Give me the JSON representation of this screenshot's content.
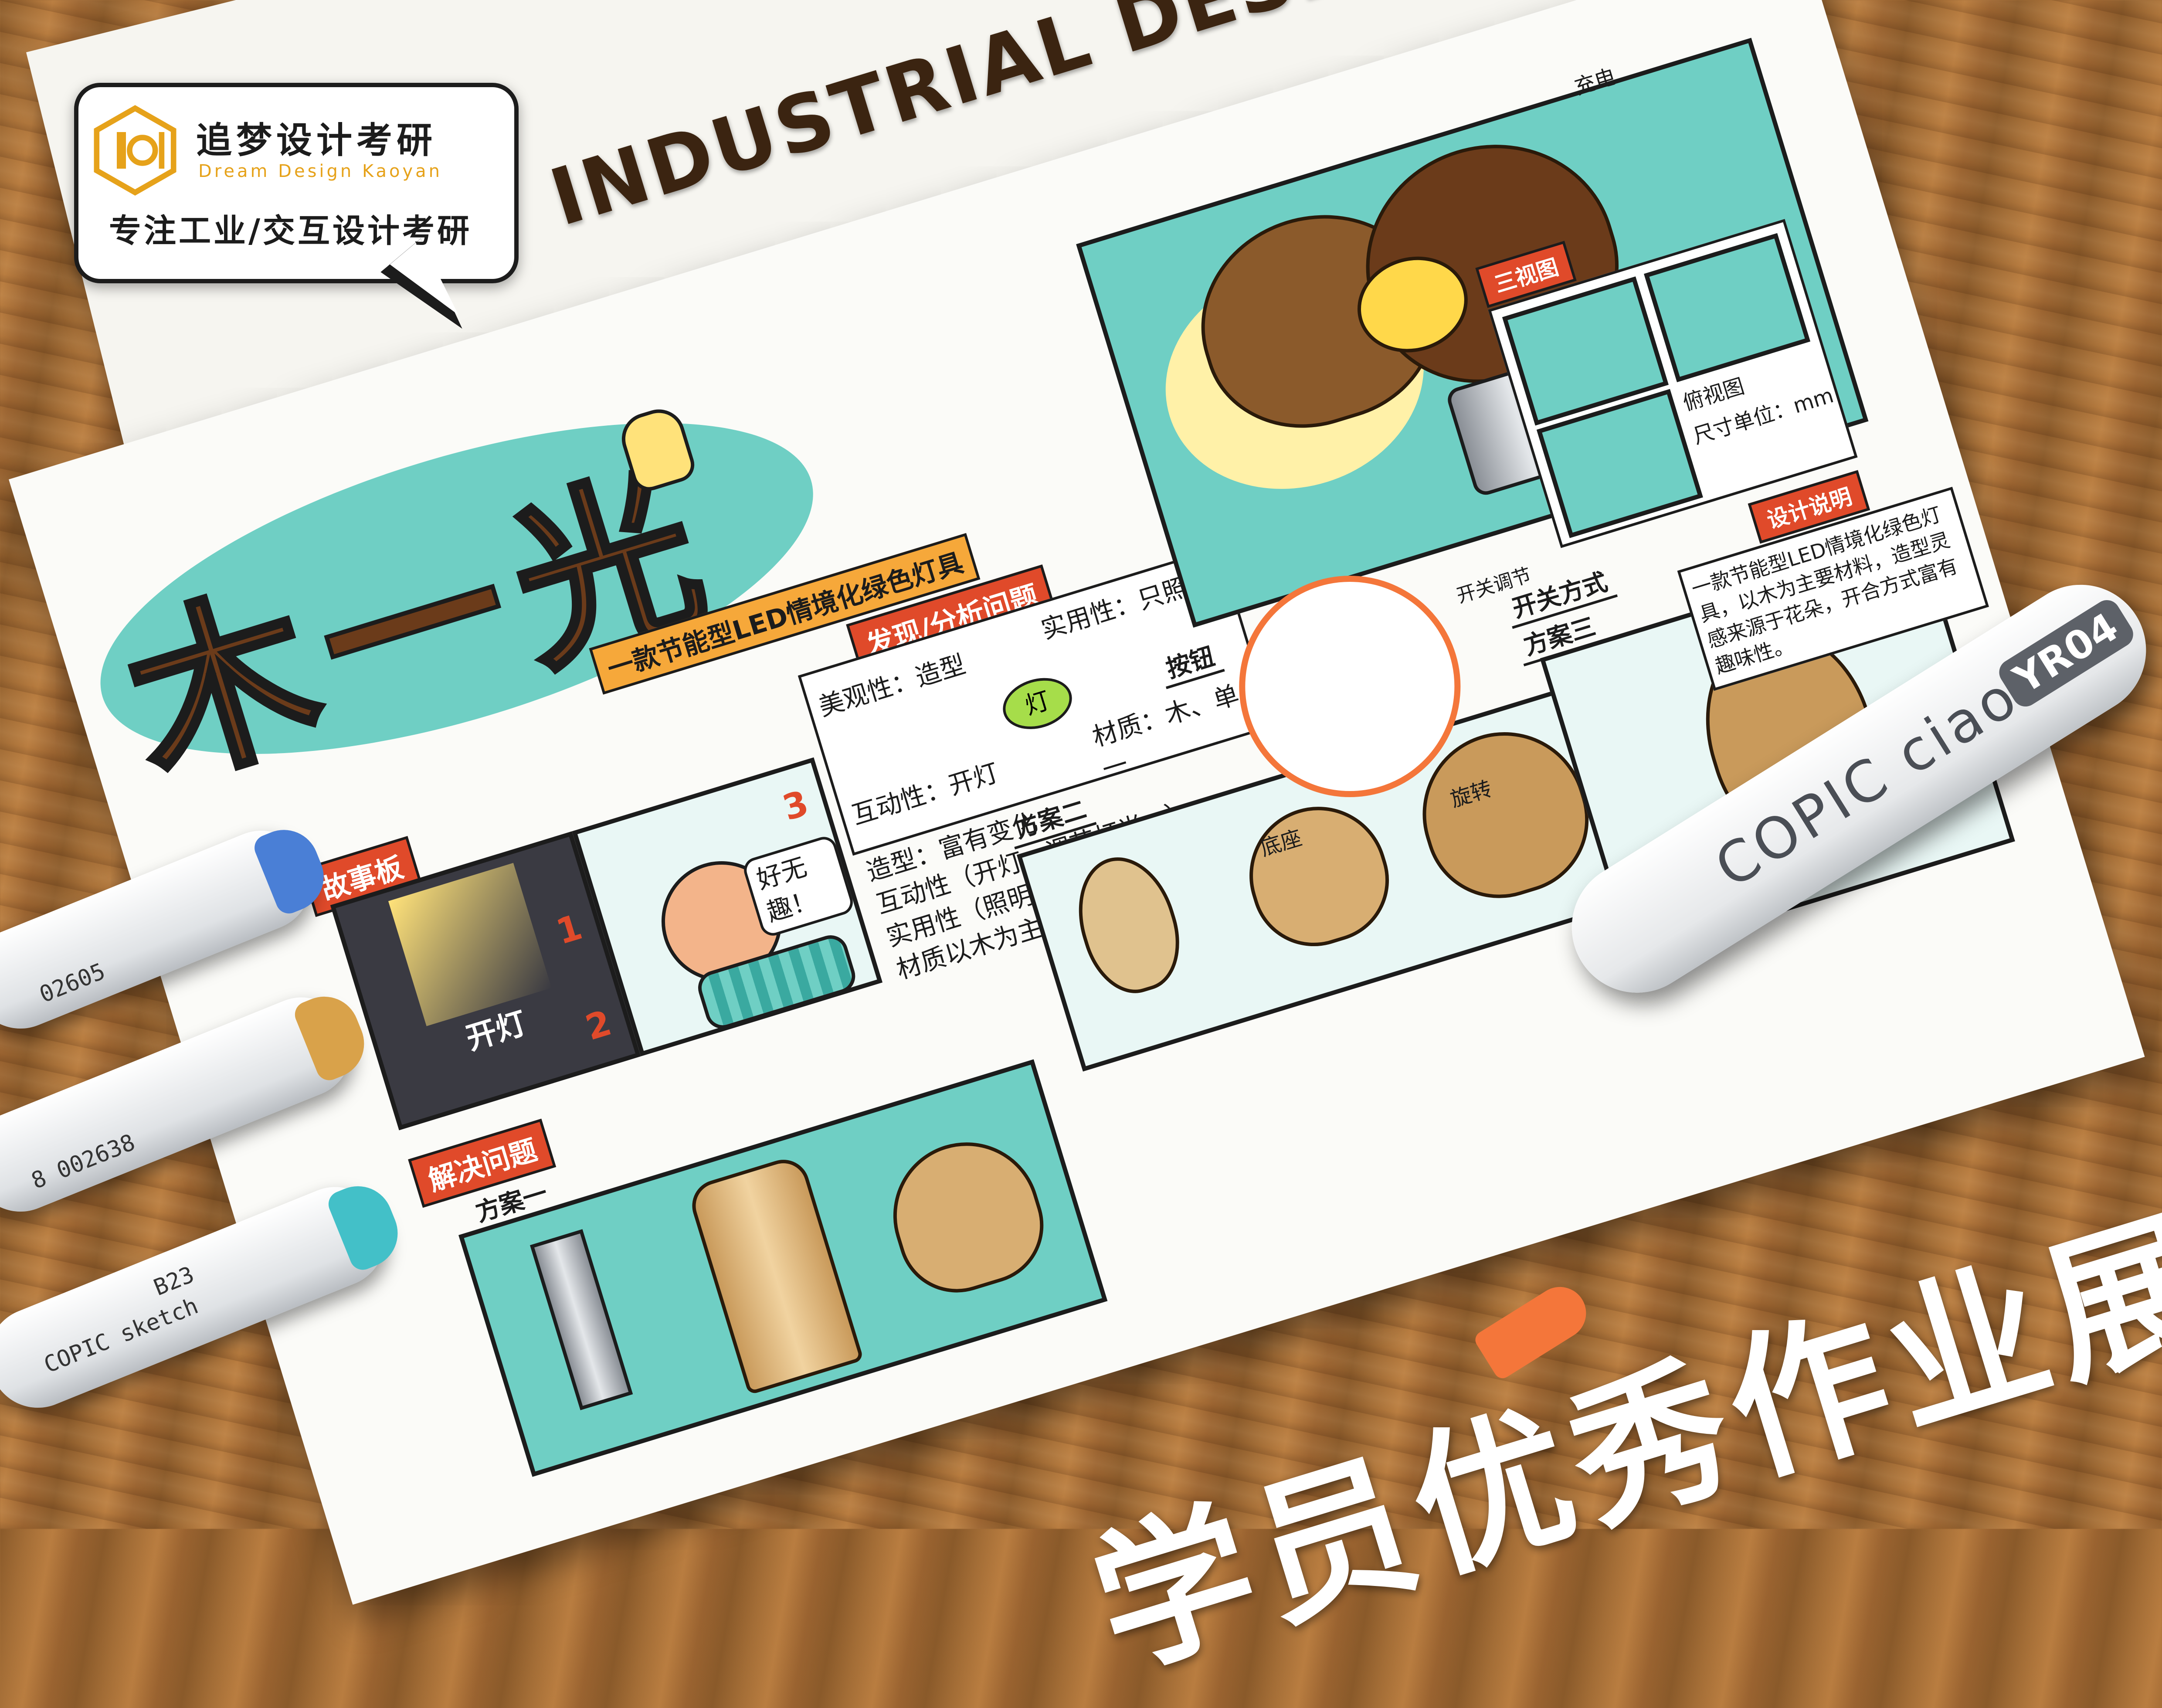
{
  "brand": {
    "name": "追梦设计考研",
    "name_en": "Dream Design Kaoyan",
    "slogan": "专注工业/交互设计考研"
  },
  "headline": "INDUSTRIAL DESIGN",
  "showcase": "学员优秀作业展示",
  "sheet": {
    "title": "木一光",
    "subtitle": "一款节能型LED情境化绿色灯具",
    "sections": {
      "problem_analysis": "发现/分析问题",
      "storyboard": "故事板",
      "solve_problem": "解决问题",
      "plan_one": "方案一",
      "plan_two": "方案二",
      "plan_three": "方案三",
      "three_views": "三视图",
      "design_notes": "设计说明",
      "switch_mode": "开关方式"
    },
    "mindmap": {
      "center": "灯",
      "items": [
        "美观性：造型",
        "实用性：只照明",
        "互动性：开灯",
        "材质：木、单一"
      ]
    },
    "solution_notes": [
      "造型：富有变化",
      "互动性（开灯，调节灯光...）",
      "实用性（照明 + 美化环境，装饰）",
      "材质以木为主加以少量金属"
    ],
    "story_speech": [
      "开灯",
      "好无趣！"
    ],
    "story_numbers": [
      "1",
      "2",
      "3"
    ],
    "callouts": [
      "充电",
      "按钮",
      "底座",
      "旋转",
      "开关调节"
    ],
    "three_view_notes": [
      "俯视图",
      "尺寸单位：mm"
    ],
    "design_description": "一款节能型LED情境化绿色灯具，以木为主要材料，造型灵感来源于花朵，开合方式富有趣味性。",
    "watermark": "追梦设计考研"
  },
  "markers": [
    {
      "barcode": "02605",
      "color": "#4a7fd6"
    },
    {
      "barcode": "8 002638",
      "color": "#d9a24a"
    },
    {
      "barcode": "B23",
      "brand": "COPIC sketch",
      "color": "#43c0c8"
    }
  ],
  "copic_pen": {
    "brand": "COPIC ciao",
    "code": "YR04",
    "nib_color": "#f4763a"
  },
  "colors": {
    "teal": "#6fcfc4",
    "wood": "#8b5a2b",
    "red_label": "#e04a2a",
    "orange": "#f6a83a"
  }
}
